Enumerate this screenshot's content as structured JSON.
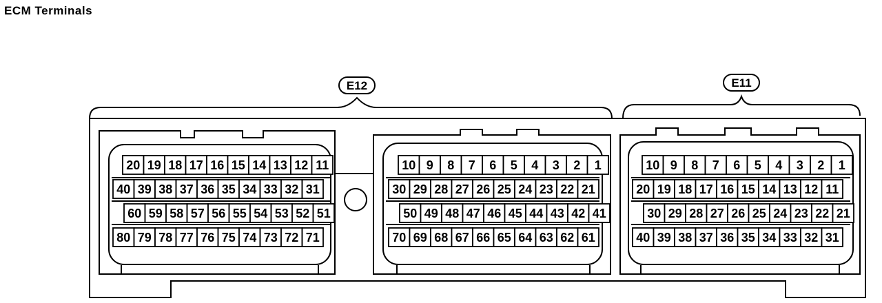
{
  "title": "ECM Terminals",
  "colors": {
    "ink": "#000000",
    "paper": "#ffffff"
  },
  "connectors": [
    {
      "id": "E12",
      "label": "E12",
      "rows": [
        [
          "20",
          "19",
          "18",
          "17",
          "16",
          "15",
          "14",
          "13",
          "12",
          "11"
        ],
        [
          "40",
          "39",
          "38",
          "37",
          "36",
          "35",
          "34",
          "33",
          "32",
          "31"
        ],
        [
          "60",
          "59",
          "58",
          "57",
          "56",
          "55",
          "54",
          "53",
          "52",
          "51"
        ],
        [
          "80",
          "79",
          "78",
          "77",
          "76",
          "75",
          "74",
          "73",
          "72",
          "71"
        ]
      ]
    },
    {
      "id": "E12",
      "rows": [
        [
          "10",
          "9",
          "8",
          "7",
          "6",
          "5",
          "4",
          "3",
          "2",
          "1"
        ],
        [
          "30",
          "29",
          "28",
          "27",
          "26",
          "25",
          "24",
          "23",
          "22",
          "21"
        ],
        [
          "50",
          "49",
          "48",
          "47",
          "46",
          "45",
          "44",
          "43",
          "42",
          "41"
        ],
        [
          "70",
          "69",
          "68",
          "67",
          "66",
          "65",
          "64",
          "63",
          "62",
          "61"
        ]
      ]
    },
    {
      "id": "E11",
      "label": "E11",
      "rows": [
        [
          "10",
          "9",
          "8",
          "7",
          "6",
          "5",
          "4",
          "3",
          "2",
          "1"
        ],
        [
          "20",
          "19",
          "18",
          "17",
          "16",
          "15",
          "14",
          "13",
          "12",
          "11"
        ],
        [
          "30",
          "29",
          "28",
          "27",
          "26",
          "25",
          "24",
          "23",
          "22",
          "21"
        ],
        [
          "40",
          "39",
          "38",
          "37",
          "36",
          "35",
          "34",
          "33",
          "32",
          "31"
        ]
      ]
    }
  ]
}
